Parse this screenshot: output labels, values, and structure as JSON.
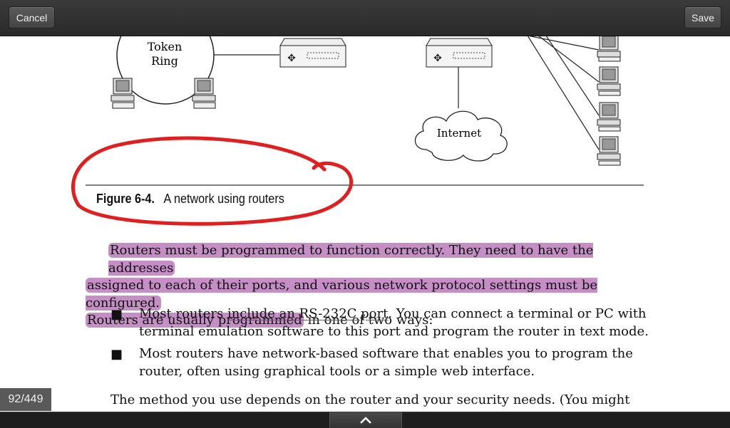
{
  "toolbar": {
    "cancel_label": "Cancel",
    "save_label": "Save"
  },
  "figure": {
    "labels": {
      "token_ring_1": "Token",
      "token_ring_2": "Ring",
      "internet": "Internet"
    },
    "caption_number": "Figure 6-4.",
    "caption_text": "A network using routers",
    "annotation_color": "#e02020"
  },
  "body": {
    "paragraph": {
      "highlighted_1": "Routers must be programmed to function correctly. They need to have the addresses",
      "highlighted_2": "assigned to each of their ports, and various network protocol settings must be configured.",
      "highlighted_3": "Routers are usually programmed",
      "rest": " in one of two ways:"
    },
    "bullets": [
      {
        "before": "Most routers ",
        "underlined": "include an RS-232C port",
        "after": ". You can connect a terminal or PC with terminal emulation software to this port and program the router in text mode."
      },
      {
        "text": "Most routers have network-based software that enables you to program the router, often using graphical tools or a simple web interface."
      }
    ],
    "final_paragraph": "The method you use depends on the router and your security needs. (You might"
  },
  "footer": {
    "page_indicator": "92/449"
  },
  "colors": {
    "highlight": "#c58ec5",
    "underline": "#2a8a2a"
  }
}
